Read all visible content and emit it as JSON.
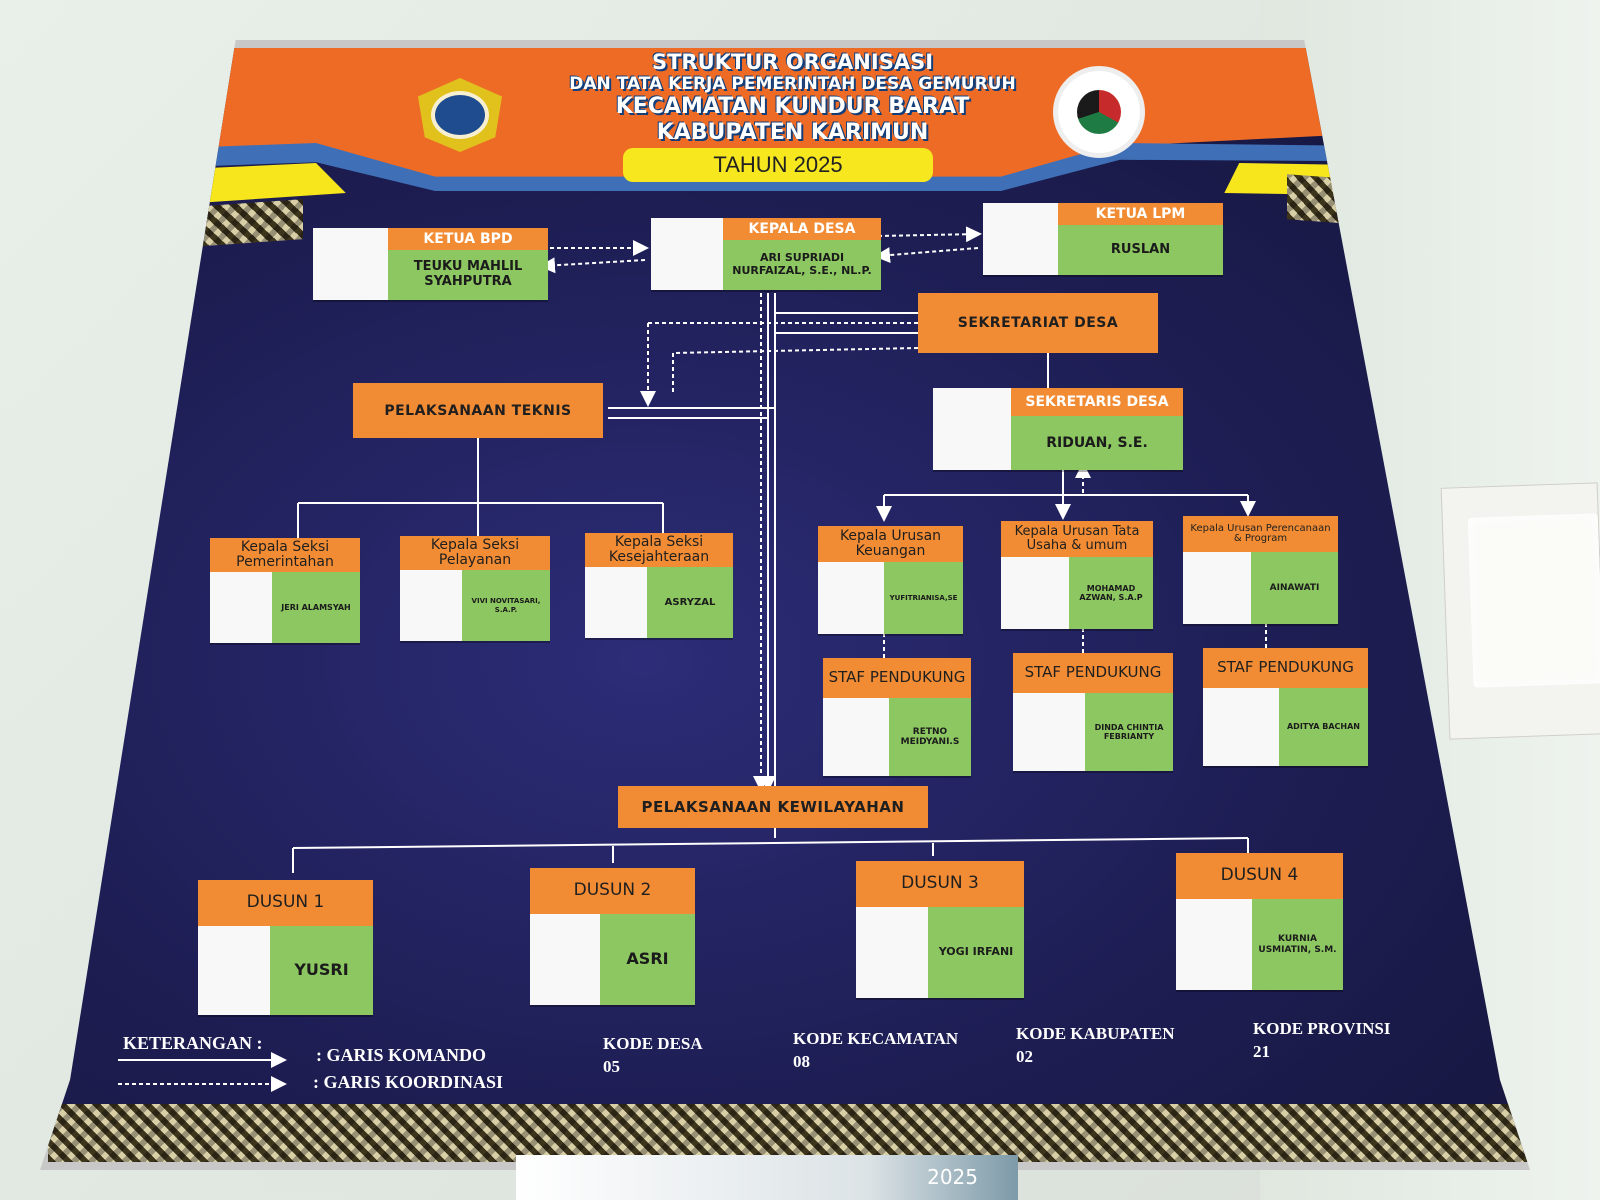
{
  "header": {
    "line1": "STRUKTUR ORGANISASI",
    "line2": "DAN TATA KERJA PEMERINTAH DESA GEMURUH",
    "line3": "KECAMATAN KUNDUR BARAT",
    "line4": "KABUPATEN KARIMUN",
    "year": "TAHUN 2025",
    "logo_left_icon": "regency-crest-icon",
    "logo_right_icon": "ministry-emblem-icon"
  },
  "top": {
    "bpd": {
      "role": "KETUA BPD",
      "name": "TEUKU MAHLIL SYAHPUTRA"
    },
    "kades": {
      "role": "KEPALA DESA",
      "name": "ARI SUPRIADI NURFAIZAL, S.E., NL.P."
    },
    "lpm": {
      "role": "KETUA LPM",
      "name": "RUSLAN"
    }
  },
  "sekretariat": {
    "label": "SEKRETARIAT DESA"
  },
  "sekdes": {
    "role": "SEKRETARIS DESA",
    "name": "RIDUAN, S.E."
  },
  "teknis": {
    "label": "PELAKSANAAN TEKNIS"
  },
  "seksi": [
    {
      "role": "Kepala Seksi Pemerintahan",
      "name": "JERI ALAMSYAH"
    },
    {
      "role": "Kepala Seksi Pelayanan",
      "name": "VIVI NOVITASARI, S.A.P."
    },
    {
      "role": "Kepala Seksi Kesejahteraan",
      "name": "ASRYZAL"
    }
  ],
  "urusan": [
    {
      "role": "Kepala Urusan Keuangan",
      "name": "YUFITRIANISA,SE"
    },
    {
      "role": "Kepala Urusan Tata Usaha & umum",
      "name": "MOHAMAD AZWAN, S.A.P"
    },
    {
      "role": "Kepala Urusan Perencanaan & Program",
      "name": "AINAWATI"
    }
  ],
  "staf": [
    {
      "role": "STAF PENDUKUNG",
      "name": "RETNO MEIDYANI.S"
    },
    {
      "role": "STAF PENDUKUNG",
      "name": "DINDA CHINTIA FEBRIANTY"
    },
    {
      "role": "STAF PENDUKUNG",
      "name": "ADITYA BACHAN"
    }
  ],
  "kewilayahan": {
    "label": "PELAKSANAAN KEWILAYAHAN"
  },
  "dusun": [
    {
      "role": "DUSUN 1",
      "name": "YUSRI"
    },
    {
      "role": "DUSUN 2",
      "name": "ASRI"
    },
    {
      "role": "DUSUN 3",
      "name": "YOGI IRFANI"
    },
    {
      "role": "DUSUN 4",
      "name": "KURNIA USMIATIN, S.M."
    }
  ],
  "legend": {
    "title": "KETERANGAN :",
    "komando": ": GARIS KOMANDO",
    "koordinasi": ": GARIS KOORDINASI"
  },
  "codes": [
    {
      "label": "KODE DESA",
      "value": "05"
    },
    {
      "label": "KODE KECAMATAN",
      "value": "08"
    },
    {
      "label": "KODE KABUPATEN",
      "value": "02"
    },
    {
      "label": "KODE PROVINSI",
      "value": "21"
    }
  ],
  "calendar": {
    "year": "2025"
  }
}
